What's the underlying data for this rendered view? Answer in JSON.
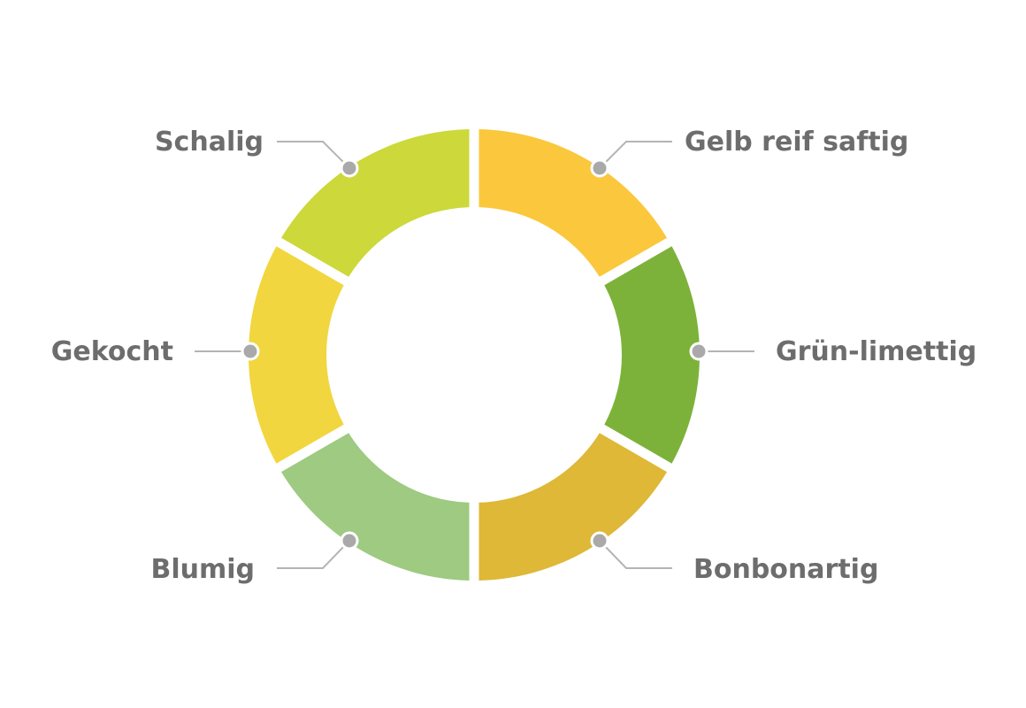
{
  "diagram": {
    "type": "ring",
    "segments": [
      {
        "label": "Gelb reif saftig",
        "color": "#FBC73C"
      },
      {
        "label": "Grün-limettig",
        "color": "#7DB23A"
      },
      {
        "label": "Bonbonartig",
        "color": "#DEB836"
      },
      {
        "label": "Blumig",
        "color": "#9ECA81"
      },
      {
        "label": "Gekocht",
        "color": "#F1D63F"
      },
      {
        "label": "Schalig",
        "color": "#CDD83A"
      }
    ]
  }
}
